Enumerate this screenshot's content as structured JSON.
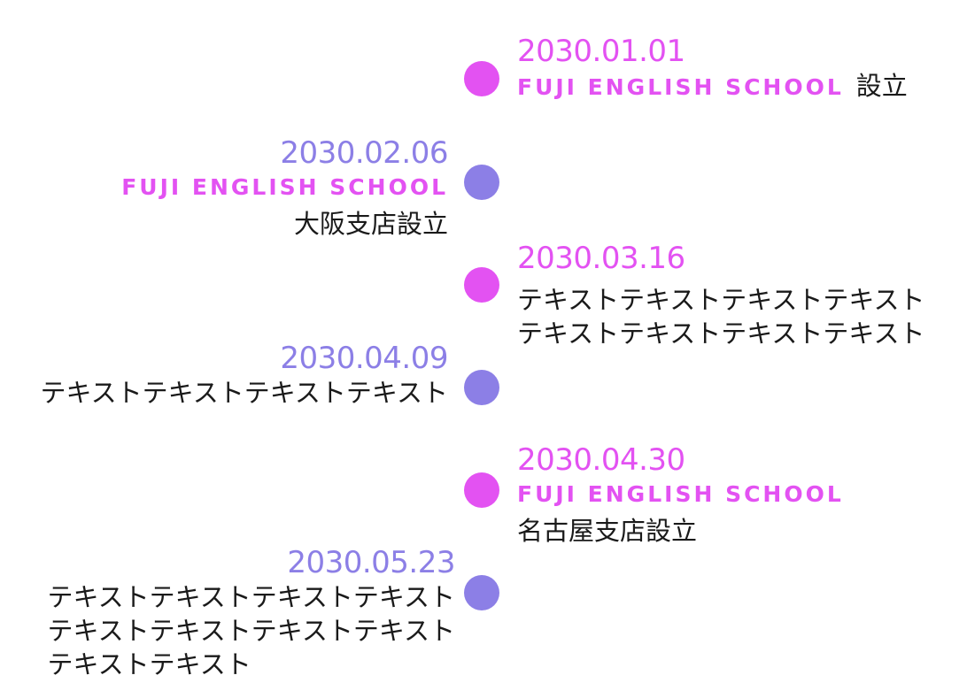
{
  "colors": {
    "magenta": "#e352f2",
    "violet": "#8c7fe6",
    "text": "#1a1a1a"
  },
  "brand": "FUJI ENGLISH SCHOOL",
  "events": [
    {
      "date": "2030.01.01",
      "brand": "FUJI ENGLISH SCHOOL",
      "suffix": "設立"
    },
    {
      "date": "2030.02.06",
      "brand": "FUJI ENGLISH SCHOOL",
      "text": "大阪支店設立"
    },
    {
      "date": "2030.03.16",
      "lines": [
        "テキストテキストテキストテキスト",
        "テキストテキストテキストテキスト"
      ]
    },
    {
      "date": "2030.04.09",
      "lines": [
        "テキストテキストテキストテキスト"
      ]
    },
    {
      "date": "2030.04.30",
      "brand": "FUJI ENGLISH SCHOOL",
      "text": "名古屋支店設立"
    },
    {
      "date": "2030.05.23",
      "lines": [
        "テキストテキストテキストテキスト",
        "テキストテキストテキストテキスト",
        "テキストテキスト"
      ]
    }
  ]
}
